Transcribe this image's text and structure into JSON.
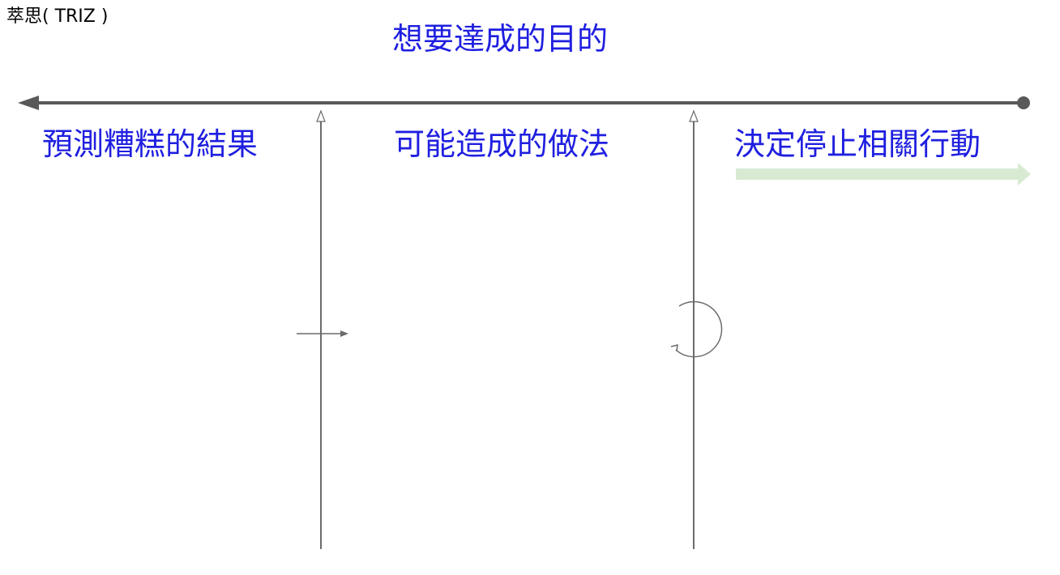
{
  "page": {
    "corner_title": "萃思( TRIZ )"
  },
  "diagram": {
    "goal_heading": "想要達成的目的",
    "columns": [
      {
        "label": "預測糟糕的結果"
      },
      {
        "label": "可能造成的做法"
      },
      {
        "label": "決定停止相關行動"
      }
    ]
  },
  "colors": {
    "heading_text": "#1f1fe0",
    "main_line": "#595959",
    "divider_line": "#6b6b6b",
    "green_arrow": "#d9ead3"
  }
}
